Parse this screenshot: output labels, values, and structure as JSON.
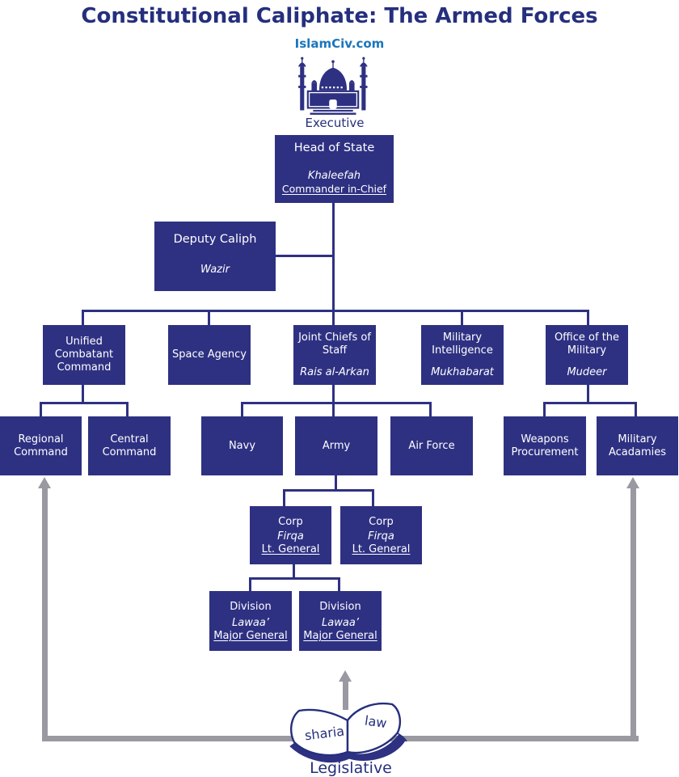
{
  "header": {
    "title": "Constitutional Caliphate: The Armed Forces",
    "site": "IslamCiv.com"
  },
  "branches": {
    "executive": "Executive",
    "legislative": "Legislative"
  },
  "book": {
    "left_page": "sharia",
    "right_page": "law"
  },
  "colors": {
    "box_navy": "#2e3182",
    "title_navy": "#252f7d",
    "link_blue": "#1b76bc",
    "arrow_gray": "#9a99a2"
  },
  "nodes": {
    "head_of_state": {
      "title": "Head of State",
      "native": "Khaleefah",
      "role": "Commander in-Chief"
    },
    "deputy_caliph": {
      "title": "Deputy Caliph",
      "native": "Wazir"
    },
    "unified_combatant_command": {
      "title": "Unified Combatant Command"
    },
    "space_agency": {
      "title": "Space Agency"
    },
    "joint_chiefs_of_staff": {
      "title": "Joint Chiefs of Staff",
      "native": "Rais al-Arkan"
    },
    "military_intelligence": {
      "title": "Military Intelligence",
      "native": "Mukhabarat"
    },
    "office_of_the_military": {
      "title": "Office of the Military",
      "native": "Mudeer"
    },
    "regional_command": {
      "title": "Regional Command"
    },
    "central_command": {
      "title": "Central Command"
    },
    "navy": {
      "title": "Navy"
    },
    "army": {
      "title": "Army"
    },
    "air_force": {
      "title": "Air Force"
    },
    "weapons_procurement": {
      "title": "Weapons Procurement"
    },
    "military_academies": {
      "title": "Military Acadamies"
    },
    "corp_left": {
      "title": "Corp",
      "native": "Firqa",
      "role": "Lt. General"
    },
    "corp_right": {
      "title": "Corp",
      "native": "Firqa",
      "role": "Lt. General"
    },
    "division_left": {
      "title": "Division",
      "native": "Lawaa’",
      "role": "Major General"
    },
    "division_right": {
      "title": "Division",
      "native": "Lawaa’",
      "role": "Major General"
    }
  }
}
